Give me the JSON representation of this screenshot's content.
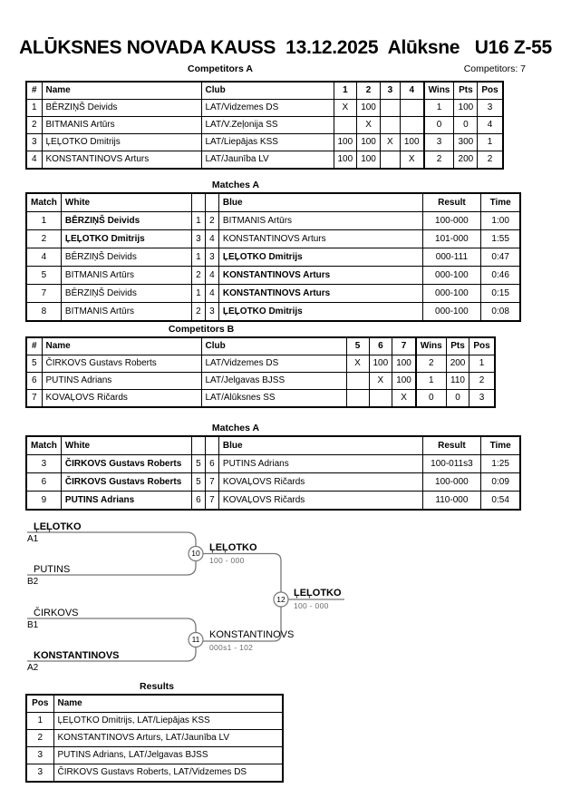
{
  "page": {
    "title": "ALŪKSNES NOVADA KAUSS  13.12.2025  Alūksne   U16 Z-55",
    "competitors_count": "Competitors: 7"
  },
  "colors": {
    "bracket_line": "#767676",
    "score_text": "#6b6b6b",
    "text": "#000000",
    "background": "#ffffff"
  },
  "sections": {
    "competitors_a": {
      "heading": "Competitors A",
      "table": {
        "headers": [
          "#",
          "Name",
          "Club",
          "1",
          "2",
          "3",
          "4",
          "Wins",
          "Pts",
          "Pos"
        ],
        "widths": [
          17,
          176,
          146,
          22,
          22,
          22,
          22,
          28,
          26,
          22
        ],
        "aligns": [
          "c",
          "l",
          "l",
          "c",
          "c",
          "c",
          "c",
          "c",
          "c",
          "c"
        ],
        "thick_left": [
          7
        ],
        "rows": [
          [
            "1",
            "BĒRZIŅŠ Deivids",
            "LAT/Vidzemes DS",
            "X",
            "100",
            "",
            "",
            "1",
            "100",
            "3"
          ],
          [
            "2",
            "BITMANIS Artūrs",
            "LAT/V.Zeļonija SS",
            "",
            "X",
            "",
            "",
            "0",
            "0",
            "4"
          ],
          [
            "3",
            "ĻEĻOTKO Dmitrijs",
            "LAT/Liepājas KSS",
            "100",
            "100",
            "X",
            "100",
            "3",
            "300",
            "1"
          ],
          [
            "4",
            "KONSTANTINOVS Arturs",
            "LAT/Jaunība LV",
            "100",
            "100",
            "",
            "X",
            "2",
            "200",
            "2"
          ]
        ]
      }
    },
    "matches_a": {
      "heading": "Matches A",
      "table": {
        "headers": [
          "Match",
          "White",
          "",
          "",
          "Blue",
          "Result",
          "Time"
        ],
        "widths": [
          34,
          144,
          15,
          15,
          225,
          64,
          44
        ],
        "aligns": [
          "c",
          "l",
          "c",
          "c",
          "l",
          "c",
          "c"
        ],
        "thick_left": [],
        "rows": [
          [
            "1",
            {
              "t": "BĒRZIŅŠ Deivids",
              "b": true
            },
            "1",
            "2",
            "BITMANIS Artūrs",
            "100-000",
            "1:00"
          ],
          [
            "2",
            {
              "t": "ĻEĻOTKO Dmitrijs",
              "b": true
            },
            "3",
            "4",
            "KONSTANTINOVS Arturs",
            "101-000",
            "1:55"
          ],
          [
            "4",
            "BĒRZIŅŠ Deivids",
            "1",
            "3",
            {
              "t": "ĻEĻOTKO Dmitrijs",
              "b": true
            },
            "000-111",
            "0:47"
          ],
          [
            "5",
            "BITMANIS Artūrs",
            "2",
            "4",
            {
              "t": "KONSTANTINOVS Arturs",
              "b": true
            },
            "000-100",
            "0:46"
          ],
          [
            "7",
            "BĒRZIŅŠ Deivids",
            "1",
            "4",
            {
              "t": "KONSTANTINOVS Arturs",
              "b": true
            },
            "000-100",
            "0:15"
          ],
          [
            "8",
            "BITMANIS Artūrs",
            "2",
            "3",
            {
              "t": "ĻEĻOTKO Dmitrijs",
              "b": true
            },
            "000-100",
            "0:08"
          ]
        ]
      }
    },
    "competitors_b": {
      "heading": "Competitors B",
      "table": {
        "headers": [
          "#",
          "Name",
          "Club",
          "5",
          "6",
          "7",
          "Wins",
          "Pts",
          "Pos"
        ],
        "widths": [
          17,
          176,
          160,
          25,
          25,
          25,
          30,
          25,
          24
        ],
        "aligns": [
          "c",
          "l",
          "l",
          "c",
          "c",
          "c",
          "c",
          "c",
          "c"
        ],
        "thick_left": [
          6
        ],
        "rows": [
          [
            "5",
            "ČIRKOVS Gustavs Roberts",
            "LAT/Vidzemes DS",
            "X",
            "100",
            "100",
            "2",
            "200",
            "1"
          ],
          [
            "6",
            "PUTINS Adrians",
            "LAT/Jelgavas BJSS",
            "",
            "X",
            "100",
            "1",
            "110",
            "2"
          ],
          [
            "7",
            "KOVAĻOVS Ričards",
            "LAT/Alūksnes SS",
            "",
            "",
            "X",
            "0",
            "0",
            "3"
          ]
        ]
      }
    },
    "matches_b": {
      "heading": "Matches A",
      "table": {
        "headers": [
          "Match",
          "White",
          "",
          "",
          "Blue",
          "Result",
          "Time"
        ],
        "widths": [
          34,
          144,
          15,
          15,
          225,
          64,
          44
        ],
        "aligns": [
          "c",
          "l",
          "c",
          "c",
          "l",
          "c",
          "c"
        ],
        "thick_left": [],
        "rows": [
          [
            "3",
            {
              "t": "ČIRKOVS Gustavs Roberts",
              "b": true
            },
            "5",
            "6",
            "PUTINS Adrians",
            "100-011s3",
            "1:25"
          ],
          [
            "6",
            {
              "t": "ČIRKOVS Gustavs Roberts",
              "b": true
            },
            "5",
            "7",
            "KOVAĻOVS Ričards",
            "100-000",
            "0:09"
          ],
          [
            "9",
            {
              "t": "PUTINS Adrians",
              "b": true
            },
            "6",
            "7",
            "KOVAĻOVS Ričards",
            "110-000",
            "0:54"
          ]
        ]
      }
    },
    "results": {
      "heading": "Results",
      "table": {
        "headers": [
          "Pos",
          "Name"
        ],
        "widths": [
          30,
          253
        ],
        "aligns": [
          "c",
          "l"
        ],
        "thick_left": [],
        "rows": [
          [
            "1",
            "ĻEĻOTKO Dmitrijs, LAT/Liepājas KSS"
          ],
          [
            "2",
            "KONSTANTINOVS Arturs, LAT/Jaunība LV"
          ],
          [
            "3",
            "PUTINS Adrians, LAT/Jelgavas BJSS"
          ],
          [
            "3",
            "ČIRKOVS Gustavs Roberts, LAT/Vidzemes DS"
          ]
        ]
      }
    }
  },
  "bracket": {
    "entries": [
      {
        "name": "ĻEĻOTKO",
        "seed": "A1",
        "bold": true
      },
      {
        "name": "PUTINS",
        "seed": "B2",
        "bold": false
      },
      {
        "name": "ČIRKOVS",
        "seed": "B1",
        "bold": false
      },
      {
        "name": "KONSTANTINOVS",
        "seed": "A2",
        "bold": true
      }
    ],
    "nodes": [
      {
        "id": "10",
        "winner": "ĻEĻOTKO",
        "score": "100 - 000",
        "bold": true
      },
      {
        "id": "11",
        "winner": "KONSTANTINOVS",
        "score": "000s1 - 102",
        "bold": false
      },
      {
        "id": "12",
        "winner": "ĻEĻOTKO",
        "score": "100 - 000",
        "bold": true
      }
    ]
  }
}
